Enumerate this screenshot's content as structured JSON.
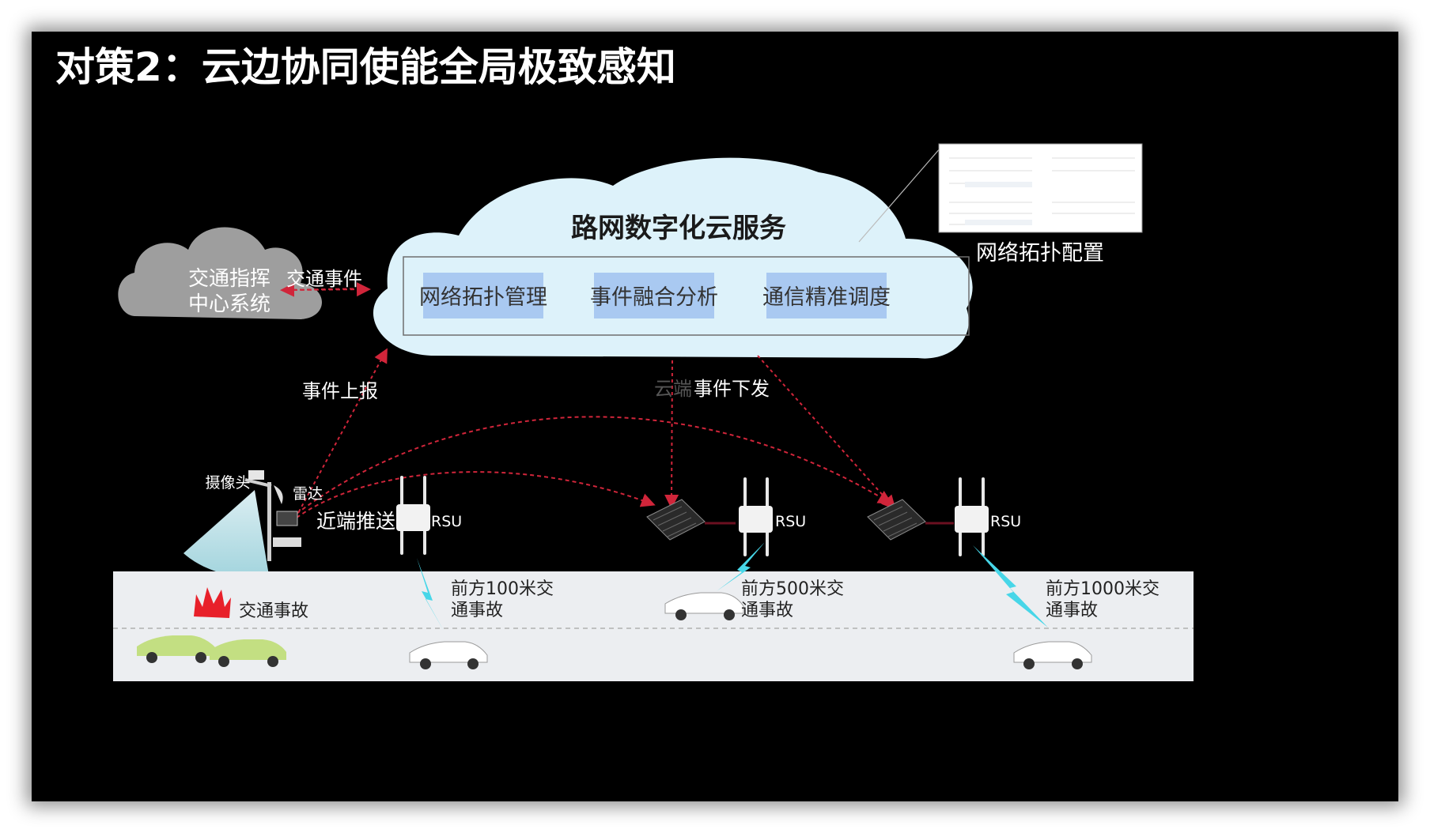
{
  "title": "对策2：云边协同使能全局极致感知",
  "cloud": {
    "title": "路网数字化云服务",
    "modules": [
      "网络拓扑管理",
      "事件融合分析",
      "通信精准调度"
    ]
  },
  "command_center": {
    "line1": "交通指挥",
    "line2": "中心系统"
  },
  "screenshot_panel": {
    "caption": "网络拓扑配置"
  },
  "arrows": {
    "traffic_event": "交通事件",
    "event_report": "事件上报",
    "event_dispatch_prefix": "云端",
    "event_dispatch": "事件下发",
    "near_push": "近端推送"
  },
  "devices": {
    "camera": "摄像头",
    "radar": "雷达",
    "rsu": "RSU"
  },
  "road": {
    "accident": "交通事故",
    "warnings": [
      {
        "line1": "前方100米交",
        "line2": "通事故"
      },
      {
        "line1": "前方500米交",
        "line2": "通事故"
      },
      {
        "line1": "前方1000米交",
        "line2": "通事故"
      }
    ]
  },
  "colors": {
    "background": "#000000",
    "cloud_fill": "#ddf2fa",
    "module_fill": "#a9c9f1",
    "command_cloud": "#9e9e9e",
    "road": "#eceef1",
    "arrow": "#d0253a",
    "car_green": "#c3df82",
    "lightning": "#47d6e8"
  }
}
